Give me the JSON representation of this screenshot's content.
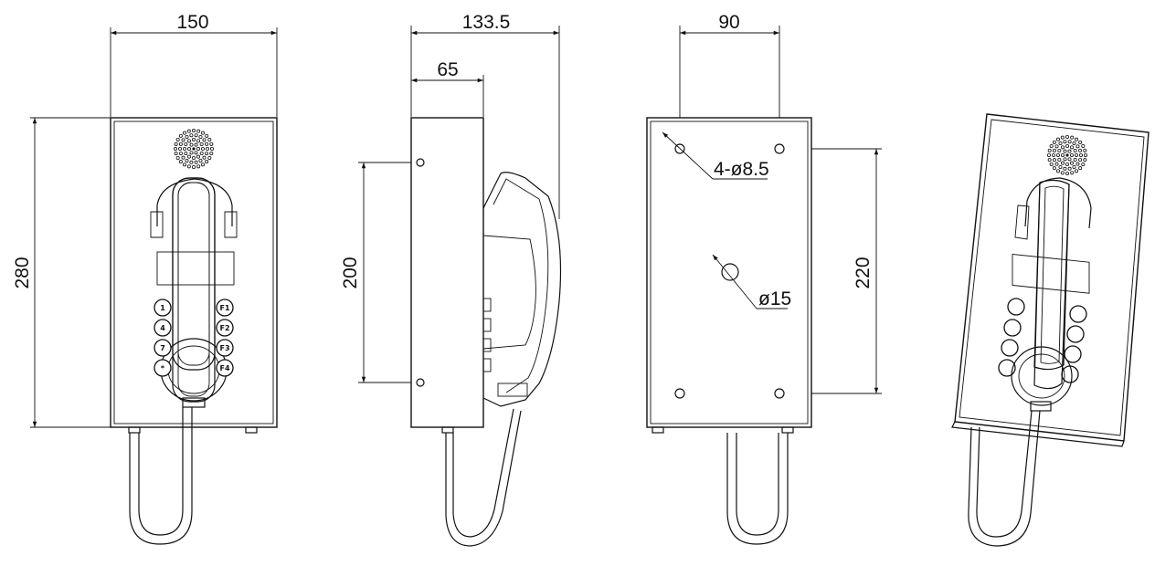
{
  "views": {
    "front": {
      "width_label": "150",
      "height_label": "280",
      "keys_left": [
        "1",
        "4",
        "7",
        "*"
      ],
      "keys_right": [
        "F1",
        "F2",
        "F3",
        "F4"
      ]
    },
    "side": {
      "depth_label": "133.5",
      "body_depth_label": "65",
      "screw_spacing_label": "200"
    },
    "back": {
      "hole_spacing_h_label": "90",
      "hole_spacing_v_label": "220",
      "mount_holes_label": "4-ø8.5",
      "cable_hole_label": "ø15"
    }
  }
}
